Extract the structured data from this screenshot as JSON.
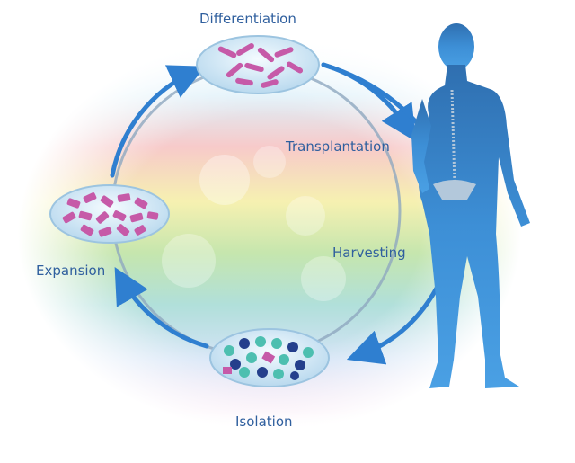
{
  "title": "Cell therapy cycle",
  "stages": {
    "differentiation": "Differentiation",
    "transplantation": "Transplantation",
    "harvesting": "Harvesting",
    "isolation": "Isolation",
    "expansion": "Expansion"
  },
  "colors": {
    "arrow": "#2f7fd0",
    "label": "#2f5f9e",
    "body": "#3d8fd6",
    "cells_pink": "#c65aa8",
    "cells_teal": "#4dbfb0",
    "cells_navy": "#243f8c"
  }
}
